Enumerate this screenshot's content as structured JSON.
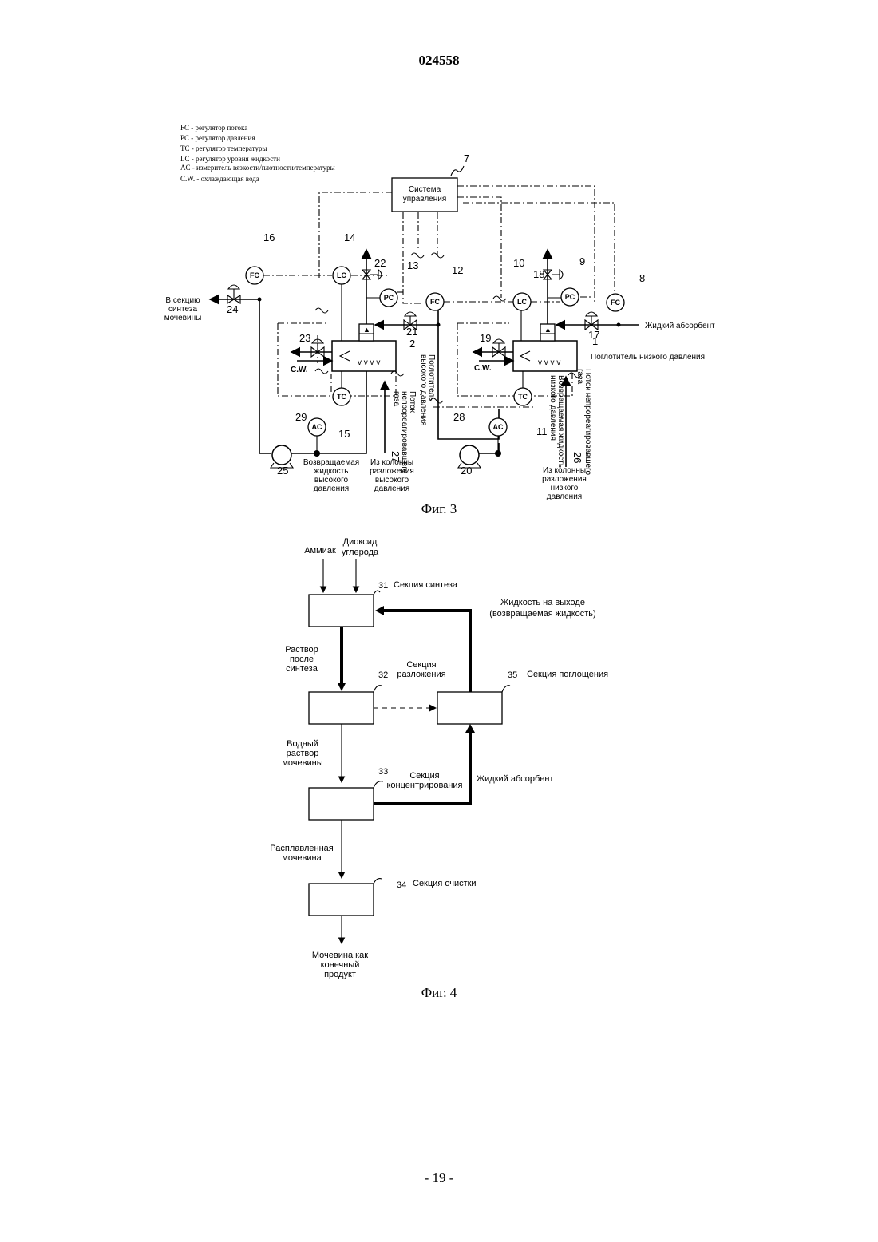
{
  "header": {
    "doc_number": "024558"
  },
  "fig3": {
    "caption": "Фиг. 3",
    "legend": [
      "FC - регулятор потока",
      "PC - регулятор давления",
      "TC - регулятор температуры",
      "LC - регулятор уровня жидкости",
      "AC - измеритель вязкости/плотности/температуры",
      "C.W. - охлаждающая вода"
    ],
    "control_system": {
      "line1": "Система",
      "line2": "управления"
    },
    "instruments": {
      "fc16": "FC",
      "lc14": "LC",
      "pc13": "PC",
      "fc12": "FC",
      "lc10": "LC",
      "pc9": "PC",
      "fc8": "FC",
      "tc15": "TC",
      "tc11": "TC",
      "ac29": "AC",
      "ac28": "AC"
    },
    "numbers": {
      "n1": "1",
      "n2": "2",
      "n7": "7",
      "n8": "8",
      "n9": "9",
      "n10": "10",
      "n11": "11",
      "n12": "12",
      "n13": "13",
      "n14": "14",
      "n15": "15",
      "n16": "16",
      "n17": "17",
      "n18": "18",
      "n19": "19",
      "n20": "20",
      "n21": "21",
      "n22": "22",
      "n23": "23",
      "n24": "24",
      "n25": "25",
      "n26": "26",
      "n27": "27",
      "n28": "28",
      "n29": "29"
    },
    "labels": {
      "to_synthesis": [
        "В секцию",
        "синтеза",
        "мочевины"
      ],
      "liquid_absorbent": "Жидкий абсорбент",
      "low_absorber": "Поглотитель низкого давления",
      "cw_left": "C.W.",
      "cw_right": "C.W.",
      "hp_absorber_v": [
        "Поглотитель",
        "высокого давления"
      ],
      "unreacted_gas_27_v": [
        "Поток",
        "непрореагировавшего",
        "газа"
      ],
      "lp_return_v": [
        "Возвращаемая жидкость",
        "низкого давления"
      ],
      "unreacted_gas_26_v": [
        "Поток непрореагировавшего",
        "газа"
      ],
      "hp_return": [
        "Возвращаемая",
        "жидкость",
        "высокого",
        "давления"
      ],
      "from_hp_col": [
        "Из колонны",
        "разложения",
        "высокого",
        "давления"
      ],
      "from_lp_col": [
        "Из колонны",
        "разложения",
        "низкого",
        "давления"
      ]
    }
  },
  "fig4": {
    "caption": "Фиг. 4",
    "inputs": {
      "ammonia": "Аммиак",
      "co2_1": "Диоксид",
      "co2_2": "углерода"
    },
    "sections": {
      "s31_num": "31",
      "s31": "Секция синтеза",
      "s32_num": "32",
      "s32_1": "Секция",
      "s32_2": "разложения",
      "s33_num": "33",
      "s33_1": "Секция",
      "s33_2": "концентрирования",
      "s34_num": "34",
      "s34": "Секция очистки",
      "s35_num": "35",
      "s35": "Секция поглощения"
    },
    "streams": {
      "outlet_1": "Жидкость на выходе",
      "outlet_2": "(возвращаемая жидкость)",
      "post_synth": [
        "Раствор",
        "после",
        "синтеза"
      ],
      "aq_urea": [
        "Водный",
        "раствор",
        "мочевины"
      ],
      "absorbent": "Жидкий абсорбент",
      "molten": [
        "Расплавленная",
        "мочевина"
      ],
      "product": [
        "Мочевина как",
        "конечный",
        "продукт"
      ]
    }
  },
  "footer": {
    "page": "- 19 -"
  }
}
